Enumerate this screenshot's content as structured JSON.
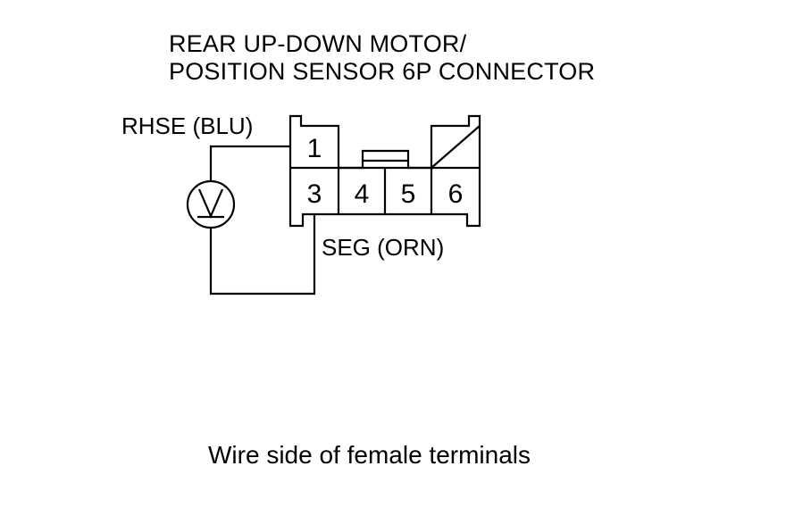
{
  "title_lines": [
    "REAR UP-DOWN MOTOR/",
    "POSITION SENSOR 6P CONNECTOR"
  ],
  "labels": {
    "rhse": "RHSE (BLU)",
    "seg": "SEG (ORN)"
  },
  "terminals": {
    "t1": "1",
    "t3": "3",
    "t4": "4",
    "t5": "5",
    "t6": "6"
  },
  "caption": "Wire side of female terminals"
}
